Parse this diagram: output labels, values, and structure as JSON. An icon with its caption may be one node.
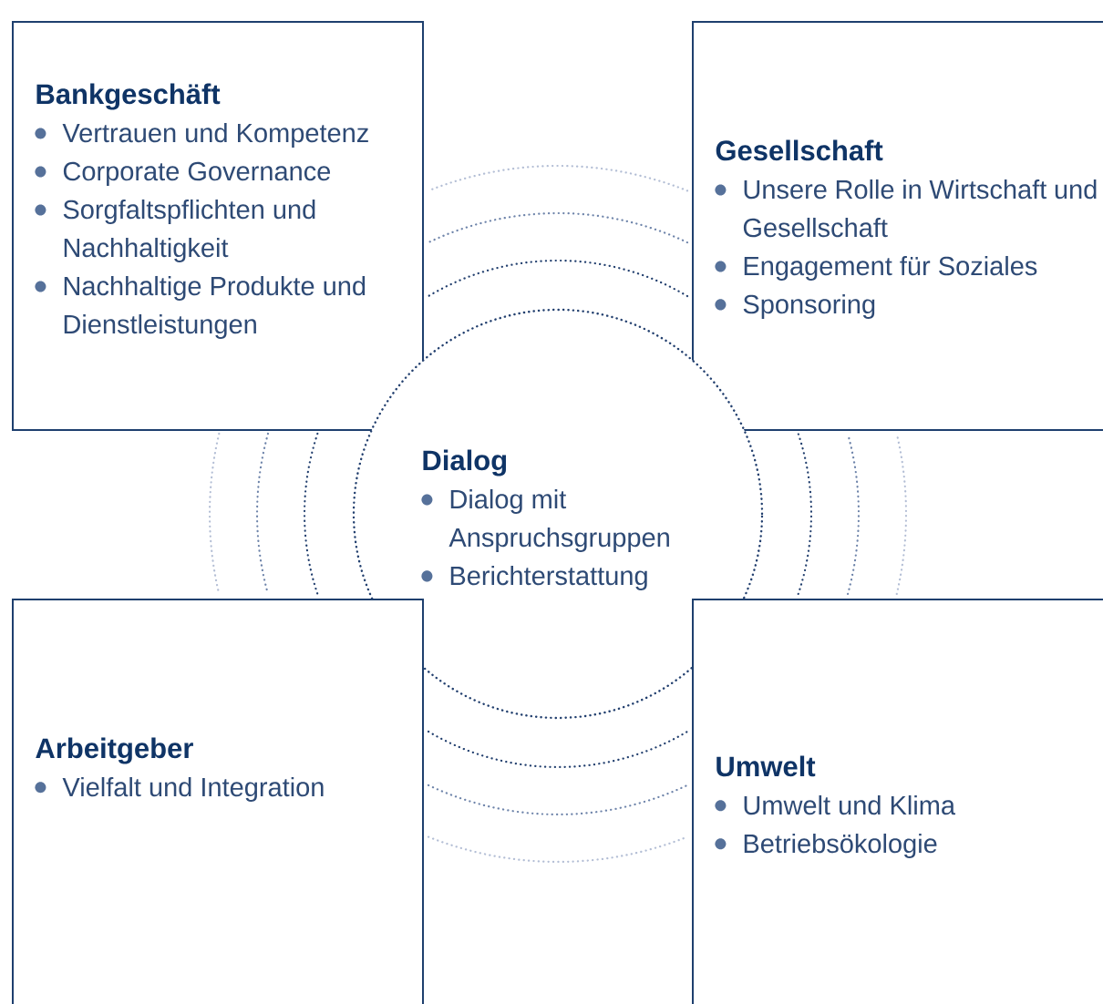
{
  "diagram": {
    "nodes": [
      {
        "text": [
          "Bankgeschäft",
          "Vertrauen und Kompetenz",
          "Corporate Governance",
          "Sorgfaltspflichten und Nachhaltigkeit",
          "Nachhaltige Produkte und Dienstleistungen"
        ]
      },
      {
        "text": [
          "Gesellschaft",
          "Unsere Rolle in Wirtschaft und Gesellschaft",
          "Engagement für Soziales",
          "Sponsoring"
        ]
      },
      {
        "text": [
          "Dialog",
          "Dialog mit Anspruchsgruppen",
          "Berichterstattung"
        ]
      },
      {
        "text": [
          "Arbeitgeber",
          "Vielfalt und Integration"
        ]
      },
      {
        "text": [
          "Umwelt",
          "Umwelt und Klima",
          "Betriebsökologie"
        ]
      }
    ]
  }
}
